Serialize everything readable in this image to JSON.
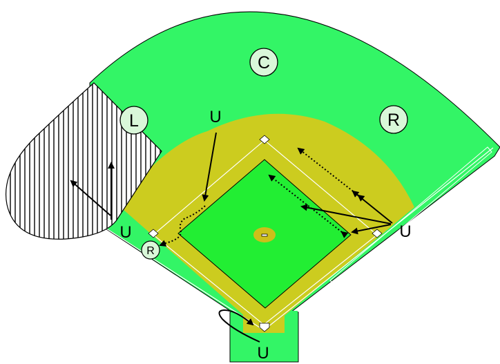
{
  "colors": {
    "grass": "#33f566",
    "infield_grass": "#22ee33",
    "dirt": "#cccc1f",
    "mound": "#cdbf1a",
    "line": "#ffffff",
    "circle_fill": "#d9f7d9",
    "ink": "#000000"
  },
  "fielders": {
    "center": "C",
    "left": "L",
    "right": "R",
    "runner": "R"
  },
  "umpires": {
    "second_base_area": "U",
    "third_base": "U",
    "first_base": "U",
    "home_plate": "U"
  }
}
